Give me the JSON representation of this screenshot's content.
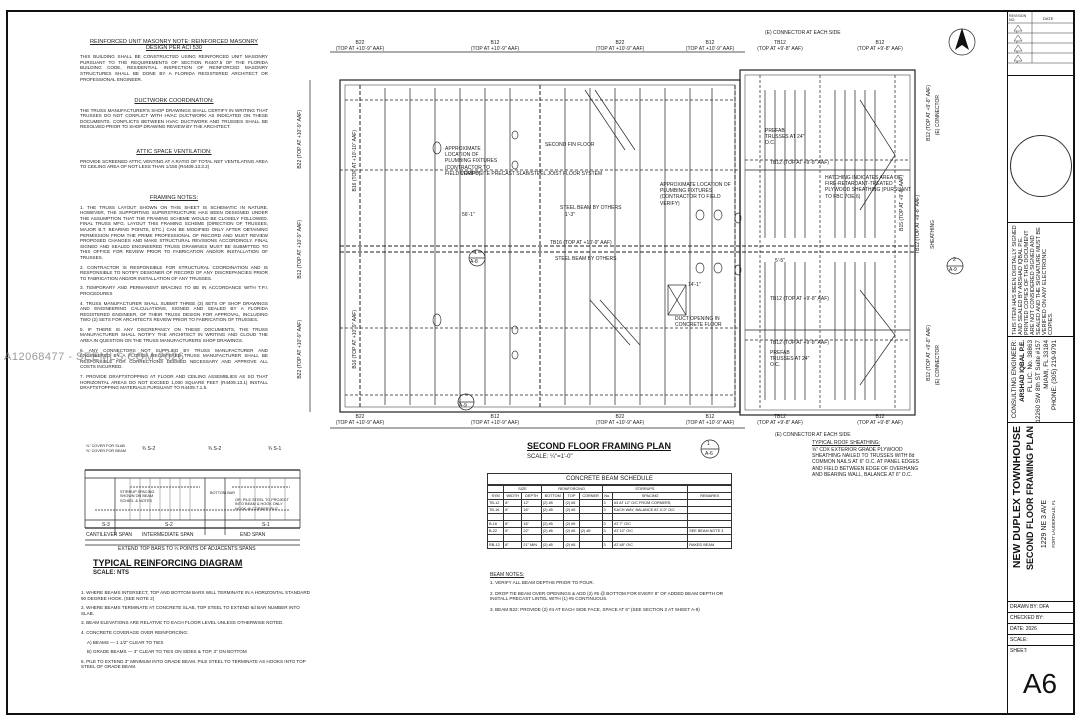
{
  "notes_left": {
    "masonry": {
      "title": "REINFORCED UNIT MASONRY NOTE: REINFORCED MASONRY DESIGN PER ACI 530",
      "body": "THIS BUILDING SHALL BE CONSTRUCTED USING REINFORCED UNIT MASONRY PURSUANT TO THE REQUIREMENTS OF SECTION R4407.5 OF THE FLORIDA BUILDING CODE, RESIDENTIAL. INSPECTION OF REINFORCED MASONRY STRUCTURES SHALL BE DONE BY A FLORIDA REGISTERED ARCHITECT OR PROFESSIONAL ENGINEER."
    },
    "ductwork": {
      "title": "DUCTWORK COORDINATION:",
      "body": "THE TRUSS MANUFACTURER'S SHOP DRAWINGS SHALL CERTIFY IN WRITING THAT TRUSSES DO NOT CONFLICT WITH HVAC DUCTWORK AS INDICATED ON THESE DOCUMENTS. CONFLICTS BETWEEN HVAC DUCTWORK AND TRUSSES SHALL BE RESOLVED PRIOR TO SHOP DRAWING REVIEW BY THE ARCHITECT."
    },
    "attic": {
      "title": "ATTIC SPACE VENTILATION:",
      "body": "PROVIDE SCREENED ATTIC VENTING AT A RATIO OF TOTAL NET VENTILATING AREA TO CEILING AREA OF NOT LESS THAN 1/150 (R4409.13.3.2)"
    },
    "framing": {
      "title": "FRAMING NOTES:",
      "items": [
        "1. THE TRUSS LAYOUT SHOWN ON THIS SHEET IS SCHEMATIC IN NATURE. HOWEVER, THE SUPPORTING SUPERSTRUCTURE HAS BEEN DESIGNED UNDER THE ASSUMPTION THAT THE FRAMING SCHEME WOULD BE CLOSELY FOLLOWED. FINAL TRUSS MFG. LAYOUT THIS FRAMING SCHEME (DIRECTION OF TRUSSES, MAJOR B.T. BEARING POINTS, ETC.) CAN BE MODIFIED ONLY AFTER OBTAINING PERMISSION FROM THE PRIME PROFESSIONAL OF RECORD AND MUST REVIEW PROPOSED CHANGES AND MAKE STRUCTURAL REVISIONS ACCORDINGLY. FINAL SIGNED AND SEALED ENGINEERED TRUSS DRAWINGS MUST BE SUBMITTED TO THIS OFFICE FOR REVIEW PRIOR TO FABRICATION AND/OR INSTALLATION OF TRUSSES.",
        "2. CONTRACTOR IS RESPONSIBLE FOR STRUCTURAL COORDINATION AND IS RESPONSIBLE TO NOTIFY DESIGNER OF RECORD OF ANY DISCREPANCIES PRIOR TO FABRICATION AND/OR INSTALLATION OF ANY TRUSSES.",
        "3. TEMPORARY AND PERMANENT BRACING TO BE IN ACCORDANCE WITH T.P.I. PROCEDURES",
        "4. TRUSS MANUFACTURER SHALL SUBMIT THREE (3) SETS OF SHOP DRAWINGS AND ENGINEERING CALCULATIONS, SIGNED AND SEALED BY A FLORIDA REGISTERED ENGINEER, OF THEIR TRUSS DESIGN FOR APPROVAL, INCLUDING TWO (2) SETS FOR ARCHITECTS REVIEW PRIOR TO FABRICATION OF TRUSSES.",
        "5. IF THERE IS ANY DISCREPANCY ON THESE DOCUMENTS, THE TRUSS MANUFACTURER SHALL NOTIFY THE ARCHITECT IN WRITING AND CLOUD THE AREA IN QUESTION ON THE TRUSS MANUFACTURERS SHOP DRAWINGS.",
        "6. ANY CONNECTORS NOT SUPPLIED BY TRUSS MANUFACTURER AND ENGINEERED BY A FLORIDA REGISTERED TRUSS MANUFACTURER SHALL BE RESPONSIBLE FOR CORRECTIONS DEEMED NECESSARY AND APPROVE ALL COSTS INCURRED.",
        "7. PROVIDE DRAFTSTOPPING AT FLOOR AND CEILING ASSEMBLIES AS SO THAT HORIZONTAL AREAS DO NOT EXCEED 1,000 SQUARE FEET (R4409.13.1) INSTALL DRAFTSTOPPING MATERIALS PURSUANT TO R4409.7.1.5."
      ]
    }
  },
  "watermark": "A12068477 - SEEMLS.COM 2026",
  "plan": {
    "title": "SECOND FLOOR FRAMING PLAN",
    "scale": "SCALE: ¼\"=1'-0\"",
    "detail_num": "1",
    "detail_sheet": "A-6",
    "beams_top": [
      {
        "name": "B22",
        "sub": "(TOP AT +10'-9\" AAF)"
      },
      {
        "name": "B12",
        "sub": "(TOP AT +10'-9\" AAF)"
      },
      {
        "name": "B22",
        "sub": "(TOP AT +10'-9\" AAF)"
      },
      {
        "name": "B12",
        "sub": "(TOP AT +10'-9\" AAF)"
      },
      {
        "name": "TB12",
        "sub": "(TOP AT +9'-8\" AAF)"
      },
      {
        "name": "B12",
        "sub": "(TOP AT +9'-8\" AAF)"
      }
    ],
    "beams_bottom": [
      {
        "name": "B22",
        "sub": "(TOP AT +10'-9\" AAF)"
      },
      {
        "name": "B12",
        "sub": "(TOP AT +10'-9\" AAF)"
      },
      {
        "name": "B22",
        "sub": "(TOP AT +10'-9\" AAF)"
      },
      {
        "name": "B12",
        "sub": "(TOP AT +10'-9\" AAF)"
      },
      {
        "name": "TB12",
        "sub": "(TOP AT +9'-8\" AAF)"
      },
      {
        "name": "B12",
        "sub": "(TOP AT +9'-8\" AAF)"
      }
    ],
    "connector_top": "(E) CONNECTOR AT EACH SIDE",
    "connector_bottom": "(E) CONNECTOR AT EACH SIDE",
    "labels": {
      "composite": "COMPOSITE PRECAST SLAB/STEEL JOIST FLOOR SYSTEM",
      "plumbing_left": "APPROXIMATE LOCATION OF PLUMBING FIXTURES (CONTRACTOR TO FIELD VERIFY)",
      "plumbing_right": "APPROXIMATE LOCATION OF PLUMBING FIXTURES (CONTRACTOR TO FIELD VERIFY)",
      "steel_beam_top": "STEEL BEAM BY OTHERS",
      "steel_beam_bottom": "STEEL BEAM BY OTHERS",
      "tb16": "TB16 (TOP AT +10'-9\" AAF)",
      "tb12_mid": "TB12 (TOP AT +9'-8\" AAF)",
      "tb12_low": "TB12 (TOP AT +9'-8\" AAF)",
      "tb12_hi": "TB12 (TOP AT +9'-8\" AAF)",
      "dim_1": "1'-3\"",
      "dim_2": "14'-1\"",
      "dim_3": "5'-5\"",
      "dim_4": "56'-1\"",
      "duct": "DUCT OPENING IN CONCRETE FLOOR",
      "hatching": "HATCHING INDICATES AREA OF FIRE-RETARDANT-TREATED PLYWOOD SHEATHING (PURSUANT TO FBC 7OE.6)",
      "prefab_top": "PREFAB TRUSSES AT 24\" O.C.",
      "prefab_bottom": "PREFAB TRUSSES AT 24\" O.C.",
      "second_fin": "SECOND FIN FLOOR",
      "typical_roof_title": "TYPICAL ROOF SHEATHING:",
      "typical_roof": "⅝\" CDX EXTERIOR GRADE PLYWOOD SHEATHING NAILED TO TRUSSES WITH 8d COMMON NAILS AT 6\" O.C. AT PANEL EDGES AND FIELD BETWEEN EDGE OF OVERHANG AND BEARING WALL, BALANCE AT 6\" O.C.",
      "sect_a8": "A-8",
      "sect_a9_left": "A-9",
      "sect_a9_right": "A-9",
      "sect_2": "2",
      "sect_1": "1"
    },
    "left_beams": [
      {
        "name": "B22",
        "sub": "(TOP AT +10'-9\" AAF)"
      },
      {
        "name": "B16",
        "sub": "(TOP AT +10'-10\" AAF)"
      },
      {
        "name": "B12",
        "sub": "(TOP AT +10'-9\" AAF)"
      },
      {
        "name": "B16",
        "sub": "(TOP AT +10'-9\" AAF)"
      },
      {
        "name": "B22",
        "sub": "(TOP AT +10'-9\" AAF)"
      }
    ],
    "right_beams": [
      {
        "name": "B12",
        "sub": "(TOP AT +9'-8\" AAF)"
      },
      {
        "name": "B15",
        "sub": "(TOP AT +9'-8\" AAF)"
      },
      {
        "name": "TB12",
        "sub": "(TOP AT +9'-8\" AAF)"
      },
      {
        "name": "B12",
        "sub": "(TOP AT +9'-8\" AAF)"
      }
    ],
    "right_connectors": [
      "(E) CONNECTOR",
      "SHEATHING",
      "(E) CONNECTOR"
    ]
  },
  "reinforcing": {
    "title": "TYPICAL REINFORCING DIAGRAM",
    "scale": "SCALE: NTS",
    "spans": [
      "CANTILEVER SPAN",
      "INTERMEDIATE SPAN",
      "END SPAN"
    ],
    "s_labels": [
      "S-3",
      "S-2",
      "S-1"
    ],
    "top_marks": [
      "¾\" COVER FOR SLAB",
      "⅜\" COVER FOR BEAM",
      "¾ S-2",
      "¾ S-2",
      "¾ S-1"
    ],
    "extend": "EXTEND TOP BARS TO ¼ POINTS OF ADJACENTS SPANS",
    "callouts": [
      "STIRRUP SPACING SHOWN ON BEAM SCHED. & NOTES",
      "BOTTOM BAR",
      "OR: PILE STEEL TO PROJECT INTO BEAM & HOOK ONLY HOOK @ CORNER PILE"
    ],
    "notes": [
      "1. WHERE BEAMS INTERSECT, TOP AND BOTTOM BARS WILL TERMINATE IN A HORIZONTAL STANDARD 90 DEGREE HOOK. (SEE NOTE 2)",
      "2. WHERE BEAMS TERMINATE AT CONCRETE SLAB, TOP STEEL TO EXTEND 6d BAR NUMBER INTO SLAB.",
      "3. BEAM ELEVATIONS ARE RELATIVE TO EACH FLOOR LEVEL UNLESS OTHERWISE NOTED.",
      "4. CONCRETE COVERAGE OVER REINFORCING:",
      "A) BEAMS — 1 1/2\" CLEAR TO TIES",
      "B) GRADE BEAMS — 3\" CLEAR TO TIES ON SIDES & TOP, 3\" ON BOTTOM",
      "5. PILE TO EXTEND 3\" MINIMUM INTO GRADE BEAM. PILE STEEL TO TERMINATE AS HOOKS INTO TOP STEEL OF GRADE BEAM."
    ]
  },
  "schedule": {
    "title": "CONCRETE BEAM SCHEDULE",
    "headers": [
      "SYM",
      "WIDTH",
      "DEPTH",
      "BOTTOM",
      "TOP",
      "CORNER",
      "No.",
      "SPACING",
      "REMARKS"
    ],
    "group_headers": [
      "SIZE",
      "REINFORCING",
      "STIRRUPS"
    ],
    "rows": [
      [
        "TB-12",
        "8\"",
        "12\"",
        "(2) #5",
        "(2) #5",
        "",
        "3",
        "#3 AT 12\" O/C FROM CORNERS,",
        ""
      ],
      [
        "TB-16",
        "8\"",
        "16\"",
        "(2) #5",
        "(2) #5",
        "",
        "3",
        "EACH WAY, BALANCE AT 4'-0\" O/C",
        ""
      ],
      [
        "",
        "",
        "",
        "",
        "",
        "",
        "",
        "",
        ""
      ],
      [
        "B-16",
        "8\"",
        "16\"",
        "(2) #5",
        "(2) #5",
        "",
        "3",
        "AT 7\" O/C",
        ""
      ],
      [
        "B-22",
        "8\"",
        "22\"",
        "(2) #6",
        "(2) #5",
        "(2) #5",
        "3",
        "AT 10\" O/C",
        "SEE BEAM NOTE 3"
      ],
      [
        "",
        "",
        "",
        "",
        "",
        "",
        "",
        "",
        ""
      ],
      [
        "RB-12",
        "8\"",
        "21\" MIN",
        "(2) #5",
        "(2) #5",
        "",
        "3",
        "AT 48\" O/C",
        "RAKED BEAM"
      ]
    ],
    "notes_title": "BEAM NOTES:",
    "notes": [
      "1. VERIFY ALL BEAM DEPTHS PRIOR TO POUR.",
      "2. DROP TIE BEAM OVER OPENINGS & ADD (2) #5 @ BOTTOM FOR EVERY 8\" OF ADDED BEAM DEPTH OR INSTALL PRECAST LINTEL WITH (1) #5 CONTINUOUS.",
      "3. BEAM B22: PROVIDE (2) #4 AT EACH SIDE FACE, SPACE AT 6\" (SEE SECTION 2 AT SHEET A-9)"
    ]
  },
  "title_block": {
    "revision_no": "REVISION NO.",
    "date_head": "DATE",
    "revision_marks": [
      "1",
      "2",
      "3",
      "4"
    ],
    "seal_note": "THIS ITEM HAS BEEN DIGITALLY SIGNED AND SEALED BY ARSHAD IQBAL P.E. PRINTED COPIES OF THIS DOCUMENT ARE NOT CONSIDERED SIGNED AND SEALED AND THE SIGNATURE MUST BE VERIFIED ON ANY ELECTRONIC COPIES.",
    "engineer_title": "CONSULTING ENGINEER:",
    "engineer_name": "ARSHAD IQBAL P.E.",
    "engineer_lic": "FL LIC. No. 38863",
    "engineer_addr": "12260 SW 8th ST Suite #157",
    "engineer_city": "MIAMI, FL 33184",
    "engineer_phone": "PHONE: (305) 219-9791",
    "project_line1": "NEW DUPLEX TOWNHOUSE",
    "project_line2": "SECOND FLOOR FRAMING PLAN",
    "address": "1229 NE 3 AVE",
    "city": "FORT LAUDERDALE, FL",
    "drawn_by": "DRAWN BY: DFA",
    "checked_by": "CHECKED BY:",
    "date": "DATE: 2026",
    "scale": "SCALE:",
    "sheet_label": "SHEET:",
    "sheet_number": "A6"
  }
}
